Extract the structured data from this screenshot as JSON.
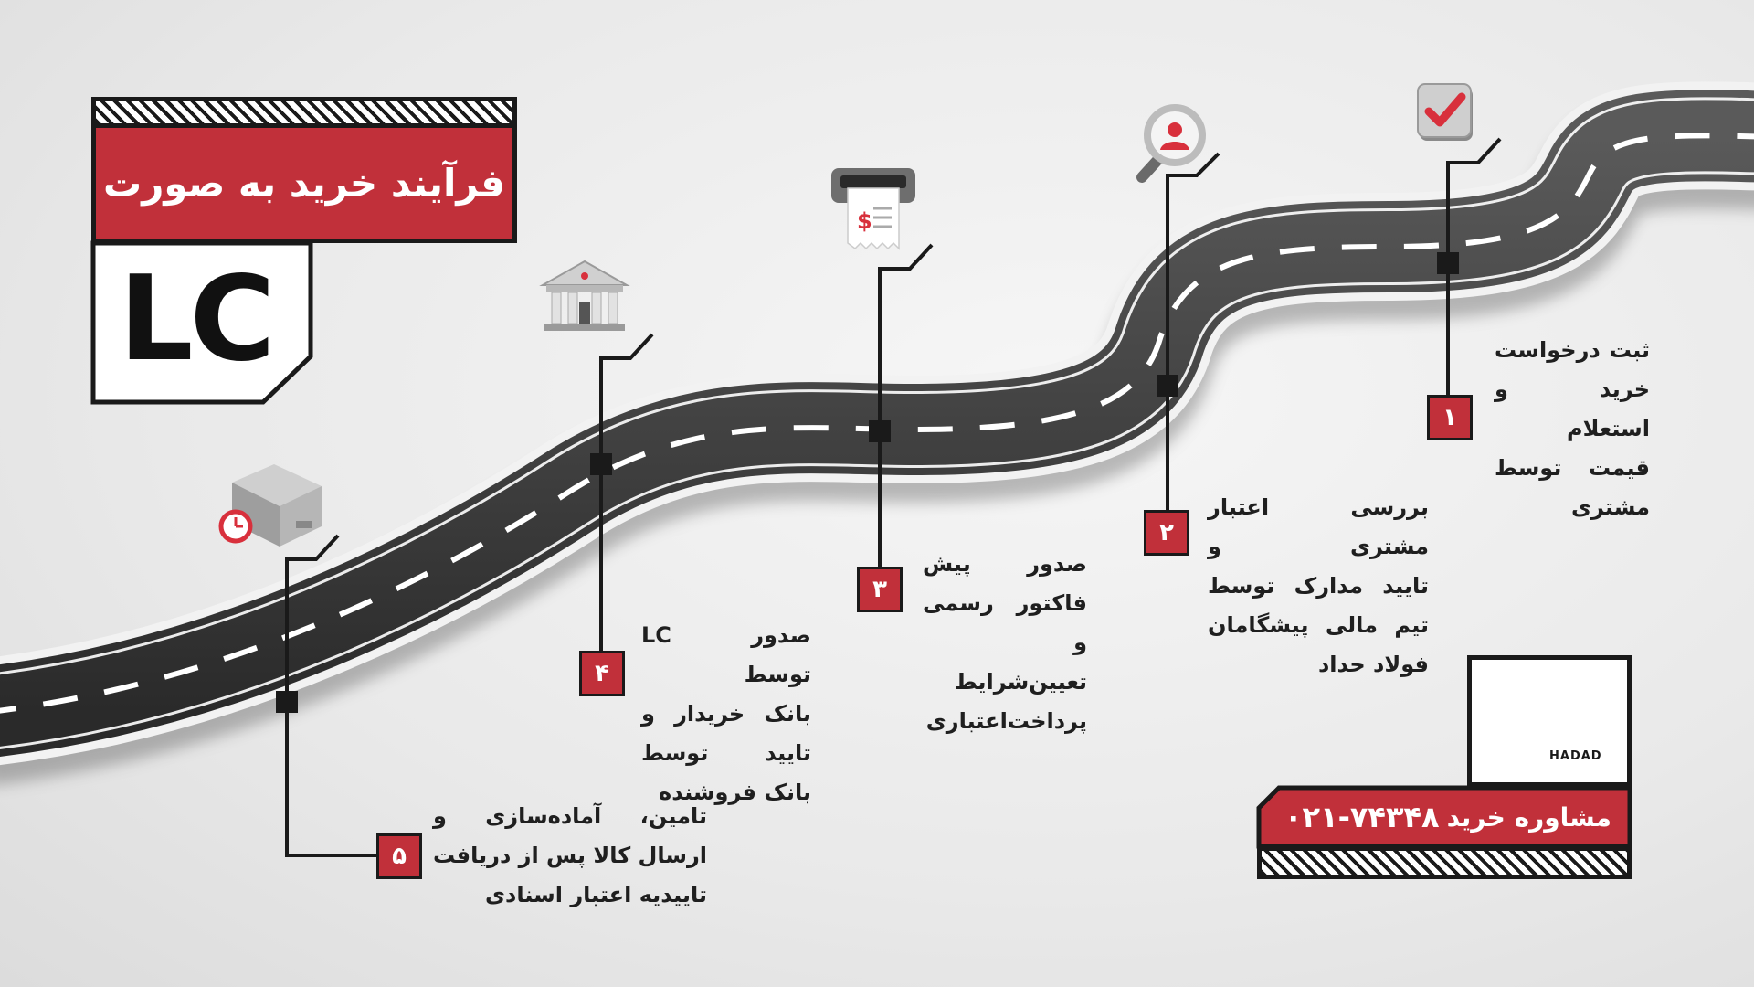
{
  "title": {
    "line1": "فرآیند خرید به صورت",
    "line2": "LC"
  },
  "colors": {
    "accent": "#c1303a",
    "ink": "#1a1a1a",
    "road": "#3a3a3a"
  },
  "steps": [
    {
      "number": "۱",
      "icon": "checkbox-check-icon",
      "lines": [
        "ثبت درخواست",
        "خرید و استعلام",
        "قیمت توسط",
        "مشتری"
      ]
    },
    {
      "number": "۲",
      "icon": "magnifier-user-icon",
      "lines": [
        "بررسی اعتبار مشتری و",
        "تایید مدارک توسط",
        "تیم مالی پیشگامان",
        "فولاد حداد"
      ]
    },
    {
      "number": "۳",
      "icon": "invoice-printer-icon",
      "lines": [
        "صدور پیش",
        "فاکتور رسمی و",
        "تعیین‌شرایط",
        "پرداخت‌اعتباری"
      ]
    },
    {
      "number": "۴",
      "icon": "bank-building-icon",
      "lines": [
        "صدور LC توسط",
        "بانک خریدار و",
        "تایید توسط",
        "بانک فروشنده"
      ]
    },
    {
      "number": "۵",
      "icon": "box-clock-icon",
      "lines": [
        "تامین، آماده‌سازی و",
        "ارسال کالا پس از دریافت",
        "تاییدیه اعتبار اسنادی"
      ]
    }
  ],
  "consult": {
    "label": "مشاوره خرید",
    "phone": "۰۲۱-۷۴۳۴۸",
    "logo_caption": "HADAD",
    "logo_icon": "hadad-logo-icon"
  }
}
